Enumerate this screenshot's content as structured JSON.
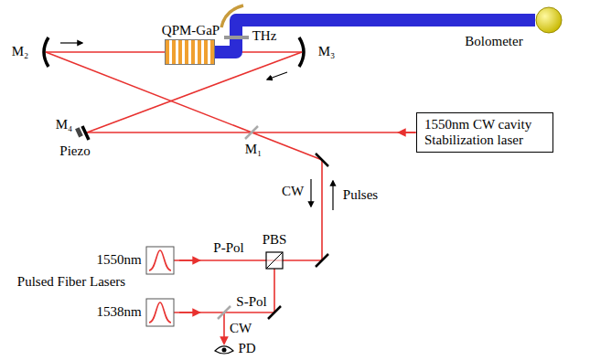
{
  "diagram": {
    "nodes": [
      {
        "text": [
          "QPM-GaP"
        ]
      },
      {
        "text": [
          "Bolometer"
        ]
      },
      {
        "text": [
          "1550nm CW cavity Stabilization laser"
        ]
      }
    ],
    "edges": [
      {
        "from": 0,
        "to": 1,
        "arrow": "none",
        "label": "THz"
      }
    ],
    "labels": [
      "M₂",
      "M₃",
      "M₄",
      "Piezo",
      "M₁",
      "CW",
      "Pulses",
      "PBS",
      "P-Pol",
      "S-Pol",
      "1550nm",
      "Pulsed Fiber Lasers",
      "1538nm",
      "CW",
      "PD"
    ]
  }
}
